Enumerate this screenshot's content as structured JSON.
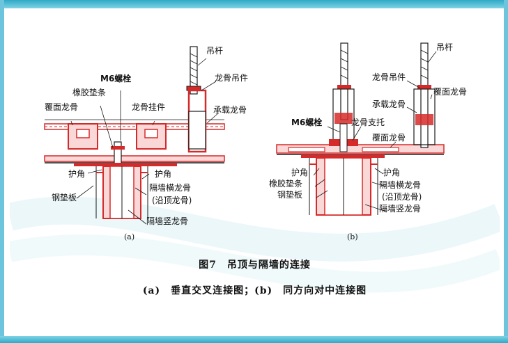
{
  "figure": {
    "caption_title": "图7　吊顶与隔墙的连接",
    "caption_subtitle": "(a)　垂直交叉连接图；(b)　同方向对中连接图"
  },
  "panel_a": {
    "sublabel": "(a)",
    "labels": {
      "diaogan": "吊杆",
      "longgu_diaojian": "龙骨吊件",
      "m6_luoshuan": "M6螺栓",
      "xiangjiao_dianTiao": "橡胶垫条",
      "chengzai_longgu": "承载龙骨",
      "fumian_longgu": "覆面龙骨",
      "longgu_guajian": "龙骨挂件",
      "hujiao_left": "护角",
      "hujiao_right": "护角",
      "gangdianban": "钢垫板",
      "geqiang_heng": "隔墙横龙骨",
      "yanding": "(沿顶龙骨)",
      "geqiang_shu": "隔墙竖龙骨"
    }
  },
  "panel_b": {
    "sublabel": "(b)",
    "labels": {
      "diaogan": "吊杆",
      "longgu_diaojian": "龙骨吊件",
      "fumian_longgu_top": "覆面龙骨",
      "chengzai_longgu": "承载龙骨",
      "m6_luoshuan": "M6螺栓",
      "longgu_zhituo": "龙骨支托",
      "fumian_longgu": "覆面龙骨",
      "hujiao_left": "护角",
      "xiangjiao_dianTiao": "橡胶垫条",
      "gangdianban": "钢垫板",
      "hujiao_right": "护角",
      "geqiang_heng": "隔墙横龙骨",
      "yanding": "(沿顶龙骨)",
      "geqiang_shu": "隔墙竖龙骨"
    }
  },
  "colors": {
    "steel": "#d62a2a",
    "outline": "#1a1a1a",
    "fill_light": "#fbd8d8",
    "border": "#2fa9c7"
  }
}
